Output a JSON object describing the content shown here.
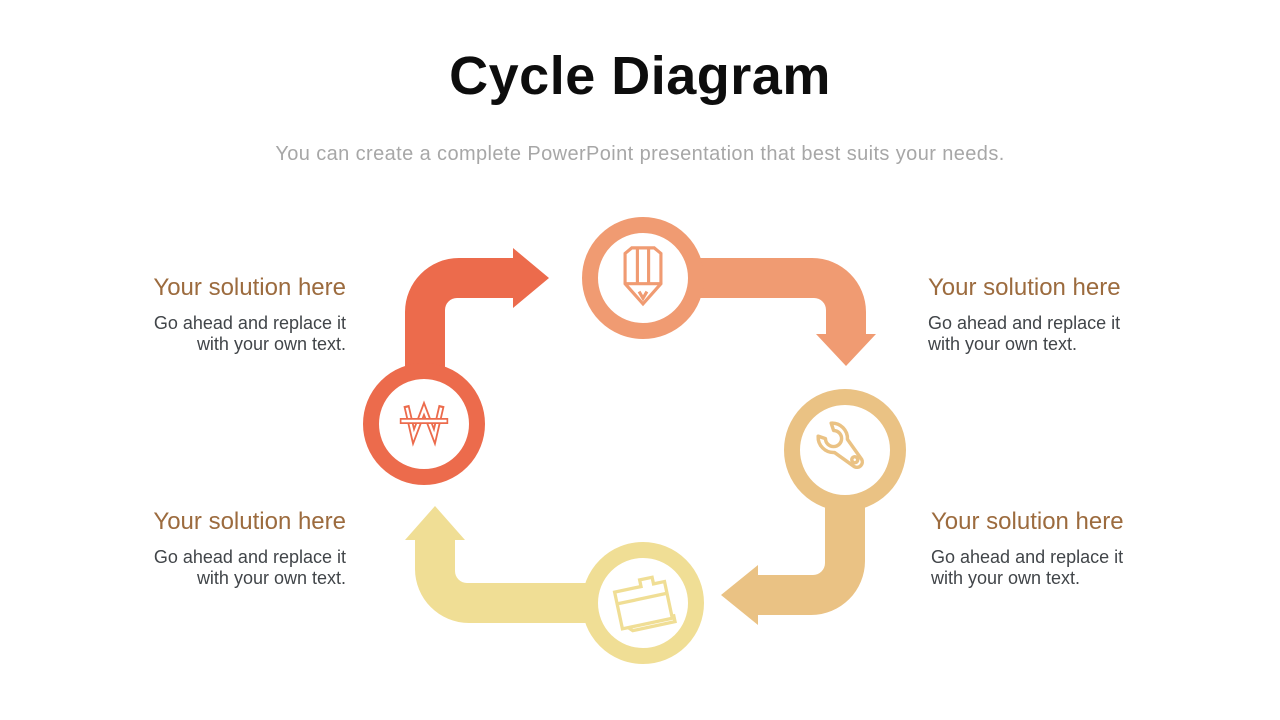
{
  "slide": {
    "title": "Cycle Diagram",
    "subtitle": "You can create a complete PowerPoint presentation that best suits your needs."
  },
  "solutions": [
    {
      "position": "top-left",
      "heading": "Your solution here",
      "body": "Go ahead and replace it with your own text."
    },
    {
      "position": "top-right",
      "heading": "Your solution here",
      "body": "Go ahead and replace it with your own text."
    },
    {
      "position": "bottom-left",
      "heading": "Your solution here",
      "body": "Go ahead and replace it with your own text."
    },
    {
      "position": "bottom-right",
      "heading": "Your solution here",
      "body": "Go ahead and replace it with your own text."
    }
  ],
  "cycle": {
    "steps": [
      {
        "icon": "won-currency-icon",
        "color_name": "red-orange"
      },
      {
        "icon": "pencil-icon",
        "color_name": "salmon"
      },
      {
        "icon": "wrench-icon",
        "color_name": "gold"
      },
      {
        "icon": "folder-icon",
        "color_name": "pale-yellow"
      }
    ]
  },
  "colors": {
    "step_red": "#EC6B4C",
    "step_salmon": "#F09B72",
    "step_gold": "#EAC284",
    "step_yellow": "#F0DE95",
    "heading_brown": "#9C6B3E",
    "body_gray": "#414549",
    "subtitle_gray": "#A7A7A7",
    "title_black": "#0D0D0D",
    "knockout_white": "#FFFFFF"
  }
}
